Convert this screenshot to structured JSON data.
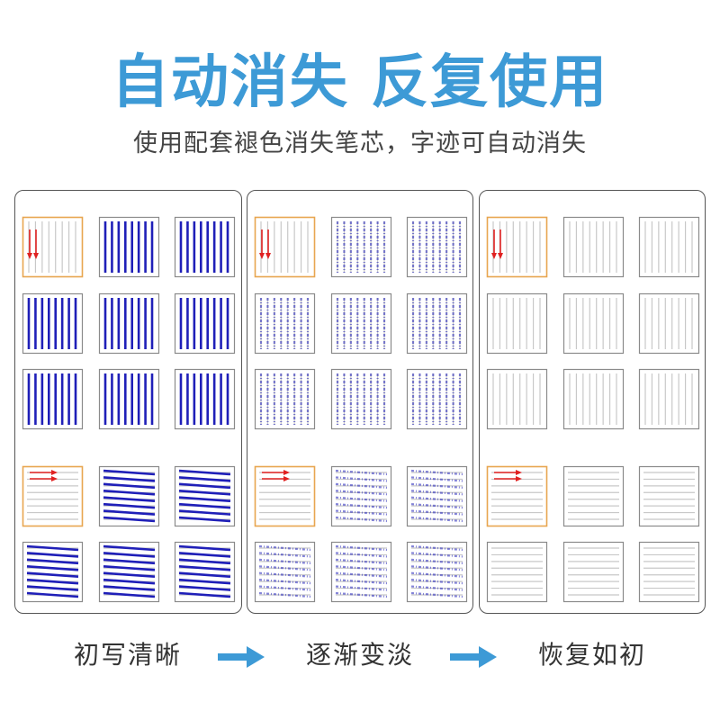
{
  "header": {
    "title": "自动消失 反复使用",
    "subtitle": "使用配套褪色消失笔芯，字迹可自动消失"
  },
  "colors": {
    "title": "#3d9ad6",
    "ink": "#1f1fb8",
    "guide_line": "#c8c8c8",
    "highlight_border": "#e8a650",
    "stroke_arrow": "#e02020",
    "flow_arrow": "#3d9ad6"
  },
  "stages": [
    {
      "label": "初写清晰",
      "ink_level": 1.0
    },
    {
      "label": "逐渐变淡",
      "ink_level": 0.45
    },
    {
      "label": "恢复如初",
      "ink_level": 0.0
    }
  ],
  "grid": {
    "rows": [
      {
        "orientation": "vertical"
      },
      {
        "orientation": "vertical"
      },
      {
        "orientation": "vertical"
      },
      {
        "orientation": "horizontal"
      },
      {
        "orientation": "horizontal"
      }
    ],
    "columns": 3,
    "highlighted_cells": [
      {
        "row": 0,
        "col": 0,
        "icon": "down-stroke-arrows-icon"
      },
      {
        "row": 3,
        "col": 0,
        "icon": "right-stroke-arrows-icon"
      }
    ]
  },
  "icons": {
    "flow_arrow": "right-arrow-icon"
  }
}
